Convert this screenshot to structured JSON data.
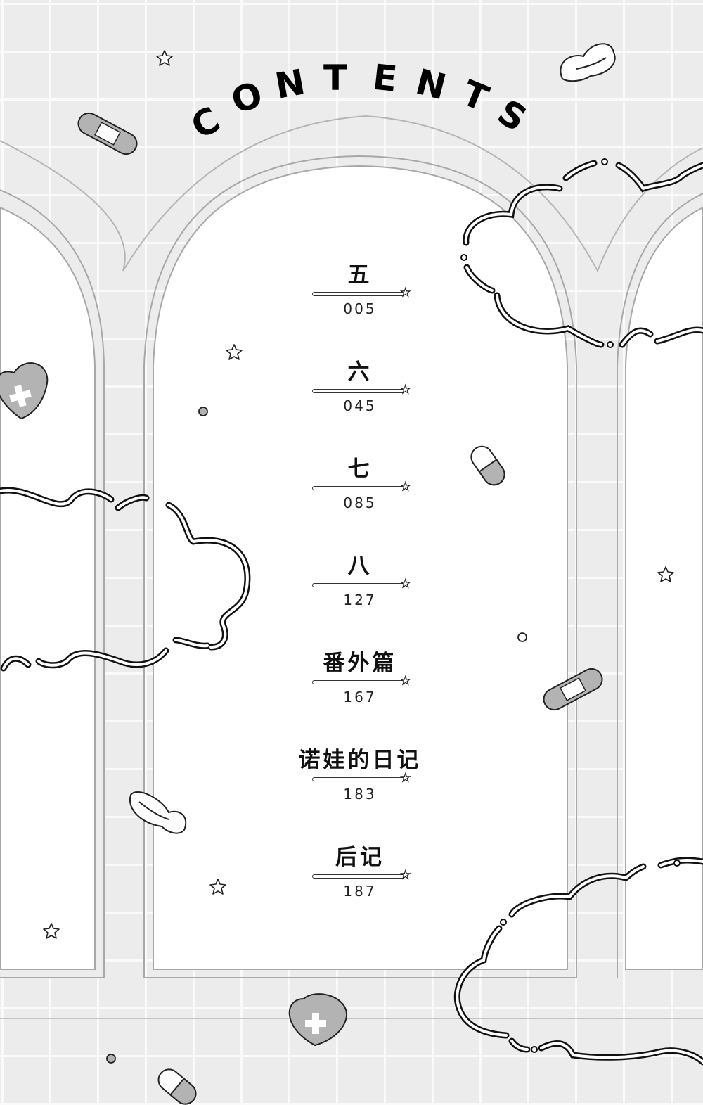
{
  "header": {
    "title": "CONTENTS"
  },
  "toc": {
    "items": [
      {
        "title": "五",
        "page": "005"
      },
      {
        "title": "六",
        "page": "045"
      },
      {
        "title": "七",
        "page": "085"
      },
      {
        "title": "八",
        "page": "127"
      },
      {
        "title": "番外篇",
        "page": "167"
      },
      {
        "title": "诺娃的日记",
        "page": "183"
      },
      {
        "title": "后记",
        "page": "187"
      }
    ]
  },
  "theme": {
    "background": "#ececec",
    "grid_line": "#fafafa",
    "arch_fill": "#ffffff",
    "arch_outline": "#a8a8a8",
    "ink": "#111111",
    "accent_gray": "#b3b3b3"
  },
  "decorations": [
    "star-icon",
    "wing-icon",
    "bandage-icon",
    "heart-cross-icon",
    "pill-icon",
    "cloud-outline",
    "dot"
  ]
}
